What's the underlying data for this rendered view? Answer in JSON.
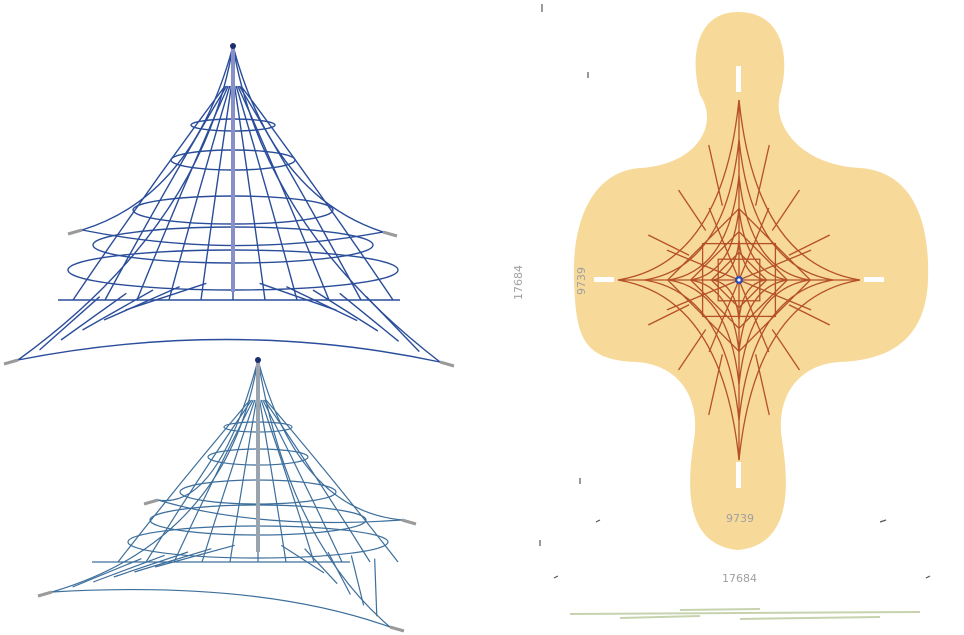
{
  "drawings": {
    "front_view": {
      "net_color": "#2a4d9a",
      "mast_color": "#8890c8",
      "anchor_color": "#9a9a9a"
    },
    "side_view": {
      "net_color": "#3d6f9c",
      "mast_color": "#9aa4ae",
      "anchor_color": "#9a9a9a"
    },
    "plan_view": {
      "surface_color": "#f7d99a",
      "net_color": "#b5502a",
      "dim_total_vertical": "17684",
      "dim_inner_vertical": "9739",
      "dim_inner_horizontal": "9739",
      "dim_total_horizontal": "17684"
    }
  }
}
